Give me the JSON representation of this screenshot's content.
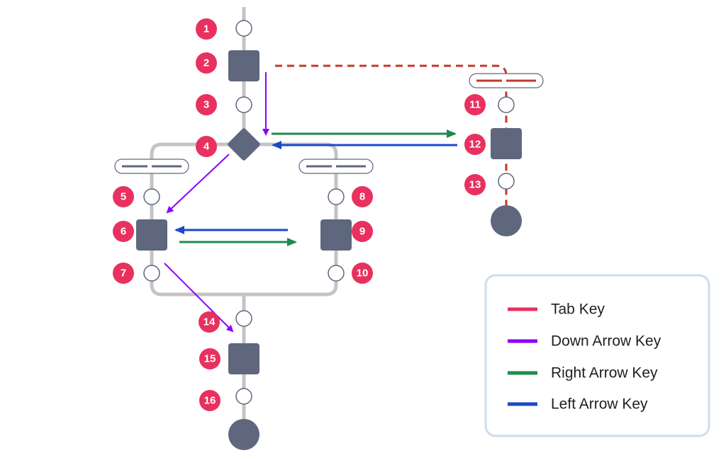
{
  "colors": {
    "node": "#5f677e",
    "track": "#c4c4c4",
    "badge": "#e8315f",
    "tab": "#e8315f",
    "tab_path": "#c0392b",
    "down": "#8b00ff",
    "right": "#1e8a4c",
    "left": "#1a49c9",
    "legend_border": "#cfdcec"
  },
  "badges": [
    "1",
    "2",
    "3",
    "4",
    "5",
    "6",
    "7",
    "8",
    "9",
    "10",
    "11",
    "12",
    "13",
    "14",
    "15",
    "16"
  ],
  "legend": [
    {
      "label": "Tab Key",
      "color": "#e8315f"
    },
    {
      "label": "Down Arrow Key",
      "color": "#8b00ff"
    },
    {
      "label": "Right Arrow Key",
      "color": "#1e8a4c"
    },
    {
      "label": "Left Arrow Key",
      "color": "#1a49c9"
    }
  ]
}
